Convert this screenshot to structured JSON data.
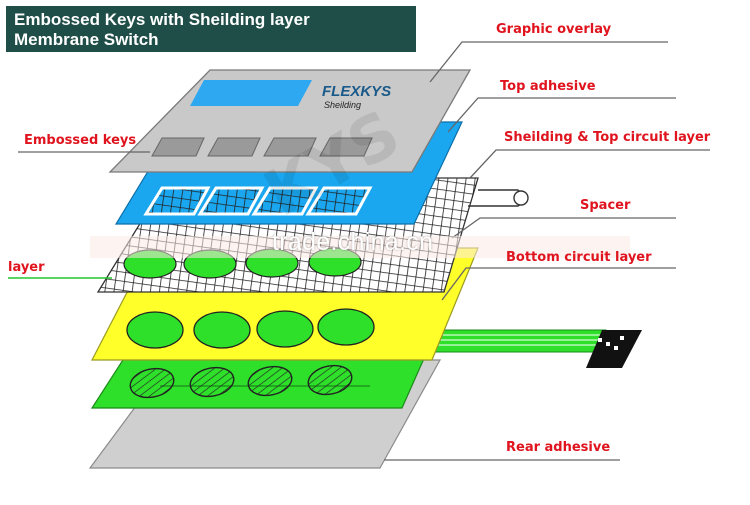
{
  "title": {
    "line1": "Embossed Keys with Sheilding layer",
    "line2": "Membrane Switch"
  },
  "brand": {
    "logo": "FLEXKYS",
    "sub": "Sheilding"
  },
  "labels": {
    "graphic_overlay": "Graphic overlay",
    "top_adhesive": "Top adhesive",
    "embossed_keys": "Embossed keys",
    "shielding_top": "Sheilding & Top circuit layer",
    "spacer": "Spacer",
    "bottom_circuit": "Bottom circuit layer",
    "layer_partial": "layer",
    "rear_adhesive": "Rear adhesive"
  },
  "watermark": "trade.china.cn",
  "colors": {
    "title_bg": "#1f4e48",
    "label_red": "#e0141e",
    "overlay_gray": "#c9c9c9",
    "display_window": "#2ea8f0",
    "adhesive_blue": "#1aa7f0",
    "spacer_yellow": "#ffff2a",
    "circuit_green": "#2ee02a",
    "rear_gray": "#cfcfcf"
  }
}
